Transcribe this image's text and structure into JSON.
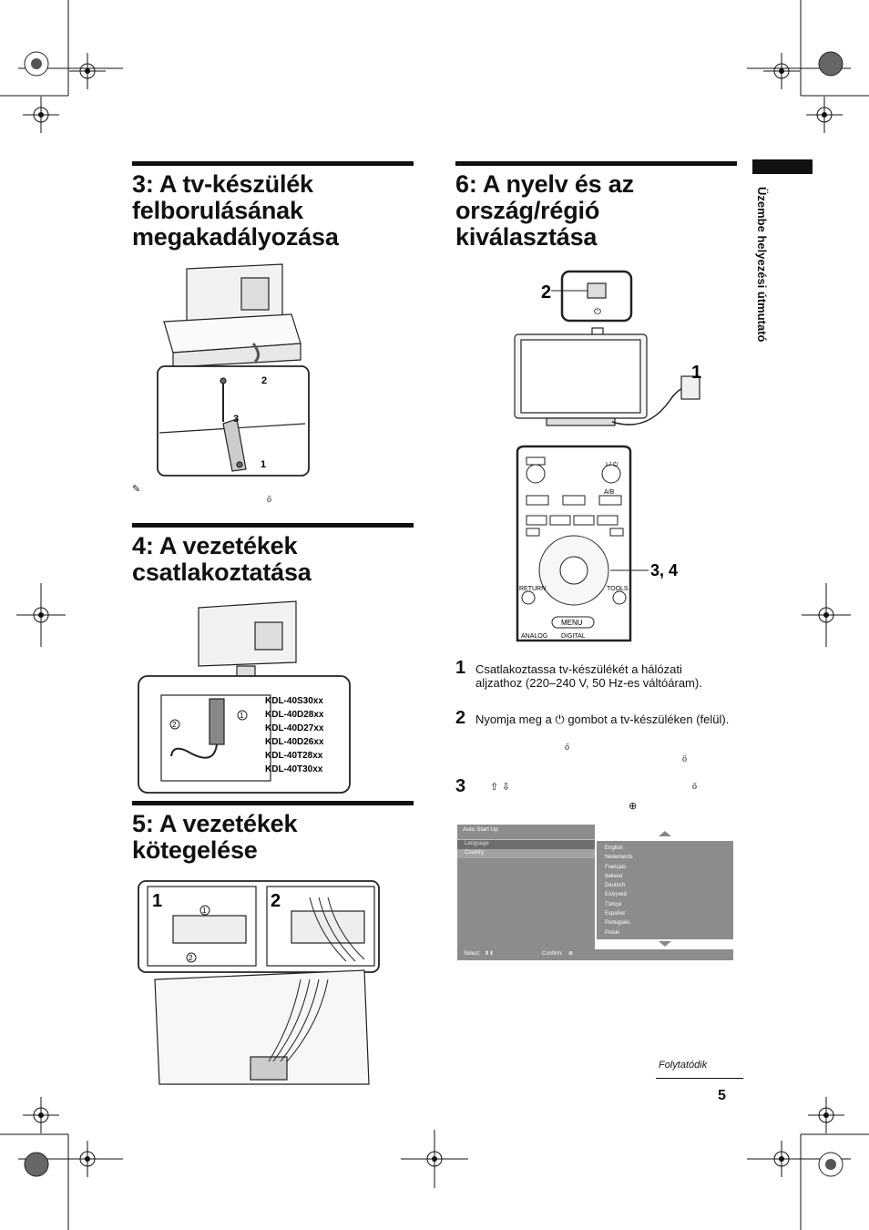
{
  "section3": {
    "title_lines": [
      "3: A tv-készülék",
      "felborulásának",
      "megakadályozása"
    ],
    "callouts": [
      "1",
      "2",
      "3"
    ],
    "note_char": "ő"
  },
  "section4": {
    "title_lines": [
      "4: A vezetékek",
      "csatlakoztatása"
    ],
    "models": [
      "KDL-40S30xx",
      "KDL-40D28xx",
      "KDL-40D27xx",
      "KDL-40D26xx",
      "KDL-40T28xx",
      "KDL-40T30xx"
    ],
    "callouts": [
      "1",
      "2"
    ]
  },
  "section5": {
    "title_lines": [
      "5: A vezetékek",
      "kötegelése"
    ],
    "panel_labels": [
      "1",
      "2"
    ],
    "callouts": [
      "1",
      "2"
    ]
  },
  "section6": {
    "title_lines": [
      "6:  A nyelv és az",
      "ország/régió",
      "kiválasztása"
    ],
    "tv_callouts": [
      "2",
      "1"
    ],
    "remote_callout": "3, 4",
    "remote_labels": {
      "power": "I / ⏻",
      "ab": "A/B",
      "return": "RETURN",
      "tools": "TOOLS",
      "menu": "MENU",
      "analog": "ANALOG",
      "digital": "DIGITAL"
    },
    "steps": [
      {
        "num": "1",
        "text": "Csatlakoztassa tv-készülékét a hálózati aljzathoz (220–240 V, 50 Hz-es váltóáram)."
      },
      {
        "num": "2",
        "text": "Nyomja meg a ⏻ gombot a tv-készüléken (felül).",
        "extra": [
          "ő",
          "ő"
        ]
      },
      {
        "num": "3",
        "text": "⇧ ⇩",
        "extra": [
          "ő",
          "⊕"
        ]
      }
    ],
    "osd": {
      "title": "Auto Start Up",
      "rows": [
        "Language",
        "Country"
      ],
      "languages": [
        "English",
        "Nederlands",
        "Français",
        "Italiano",
        "Deutsch",
        "Ελληνικά",
        "Türkçe",
        "Español",
        "Português",
        "Polski"
      ],
      "footer_select": "Select:",
      "footer_confirm": "Confirm:"
    }
  },
  "sidebar": {
    "label": "Üzembe helyezési útmutató"
  },
  "footer": {
    "continued": "Folytatódik",
    "page_number": "5"
  }
}
